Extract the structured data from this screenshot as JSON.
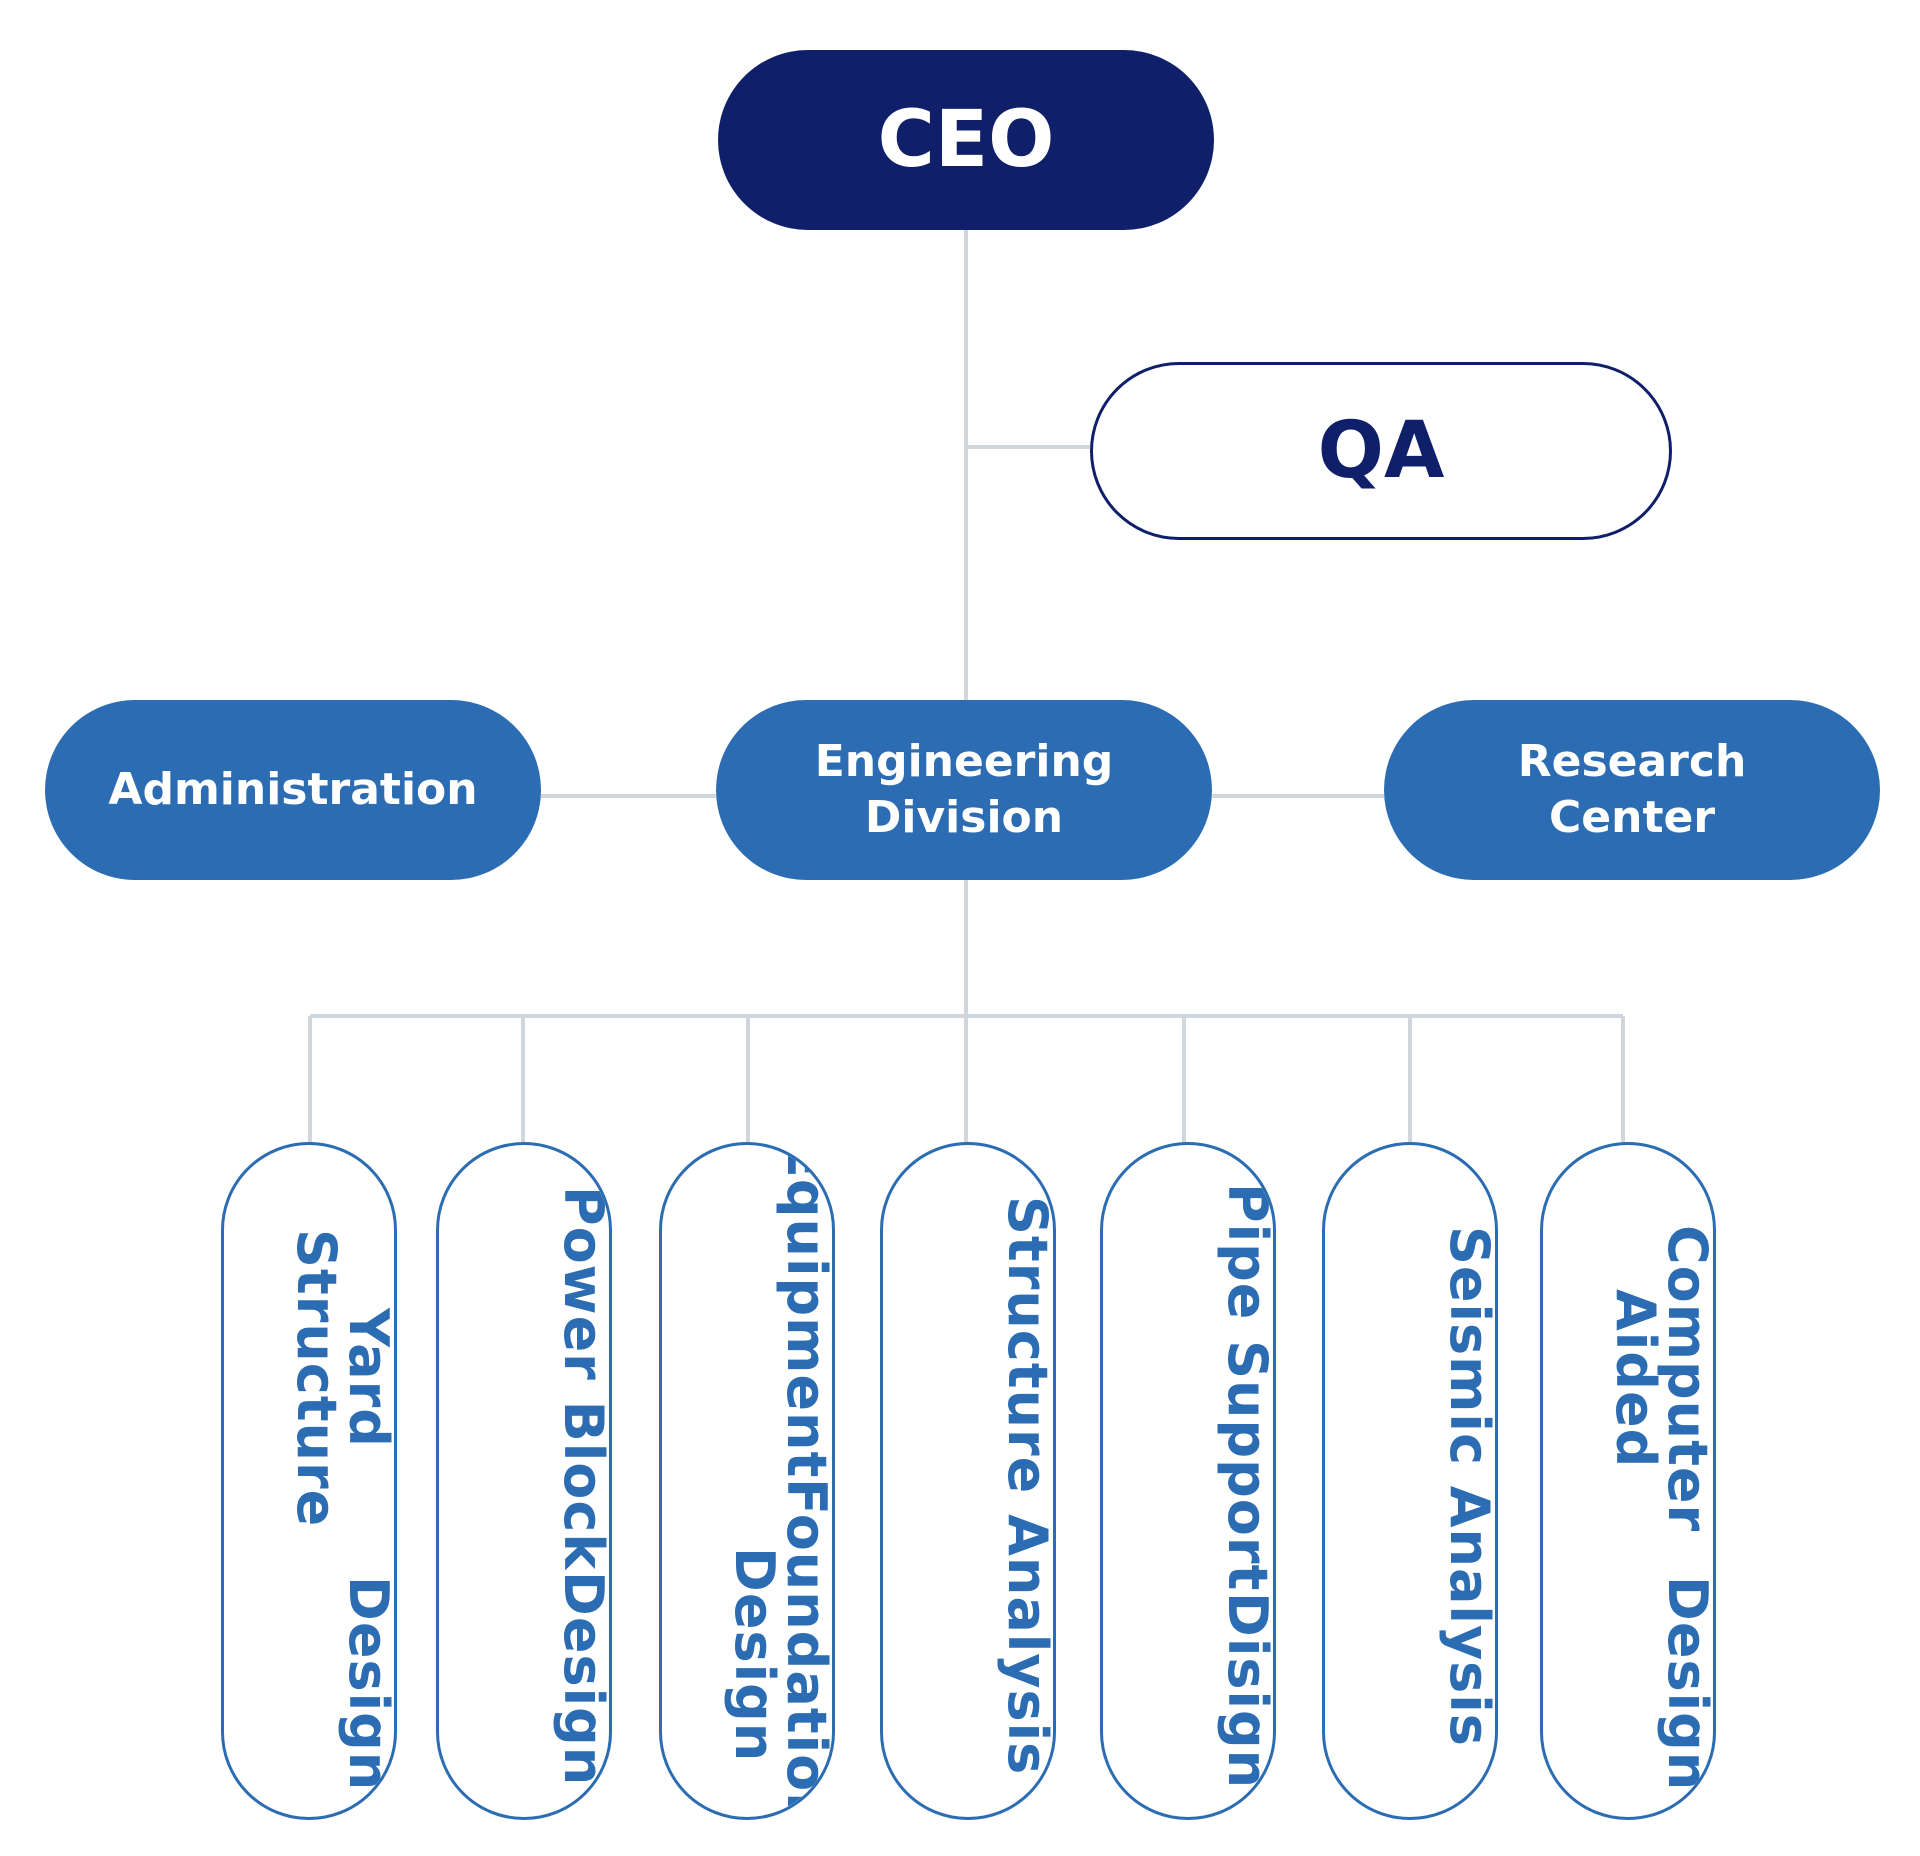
{
  "colors": {
    "navy": "#0f1f69",
    "blue": "#2b6cb3",
    "connector": "#cfd6dd",
    "white": "#ffffff"
  },
  "chart": {
    "ceo": "CEO",
    "qa": "QA",
    "departments": {
      "administration": [
        "Administration"
      ],
      "engineering": [
        "Engineering",
        "Division"
      ],
      "research": [
        "Research",
        "Center"
      ]
    },
    "units": [
      [
        "Yard Structure",
        "Design"
      ],
      [
        "Power Block",
        "Design"
      ],
      [
        "Equipment",
        "Foundation Design"
      ],
      [
        "Structure Analysis"
      ],
      [
        "Pipe Support",
        "Disign"
      ],
      [
        "Seismic Analysis"
      ],
      [
        "Computer Aided",
        "Design"
      ]
    ]
  }
}
